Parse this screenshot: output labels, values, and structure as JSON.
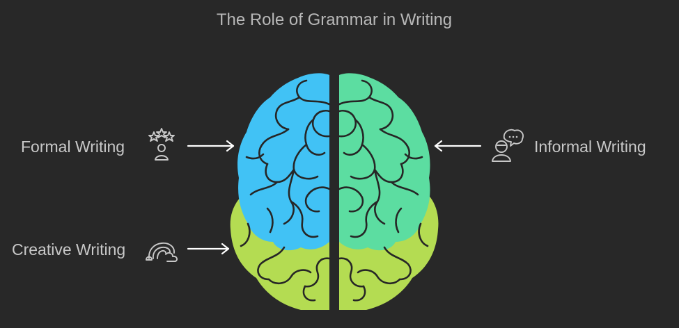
{
  "diagram": {
    "title": "The Role of Grammar in Writing",
    "items": [
      {
        "label": "Formal Writing",
        "icon": "stars-person-icon",
        "color": "#41c2f5"
      },
      {
        "label": "Informal Writing",
        "icon": "person-chat-icon",
        "color": "#5cdda1"
      },
      {
        "label": "Creative Writing",
        "icon": "rainbow-icon",
        "color": "#b4dc52"
      }
    ]
  }
}
